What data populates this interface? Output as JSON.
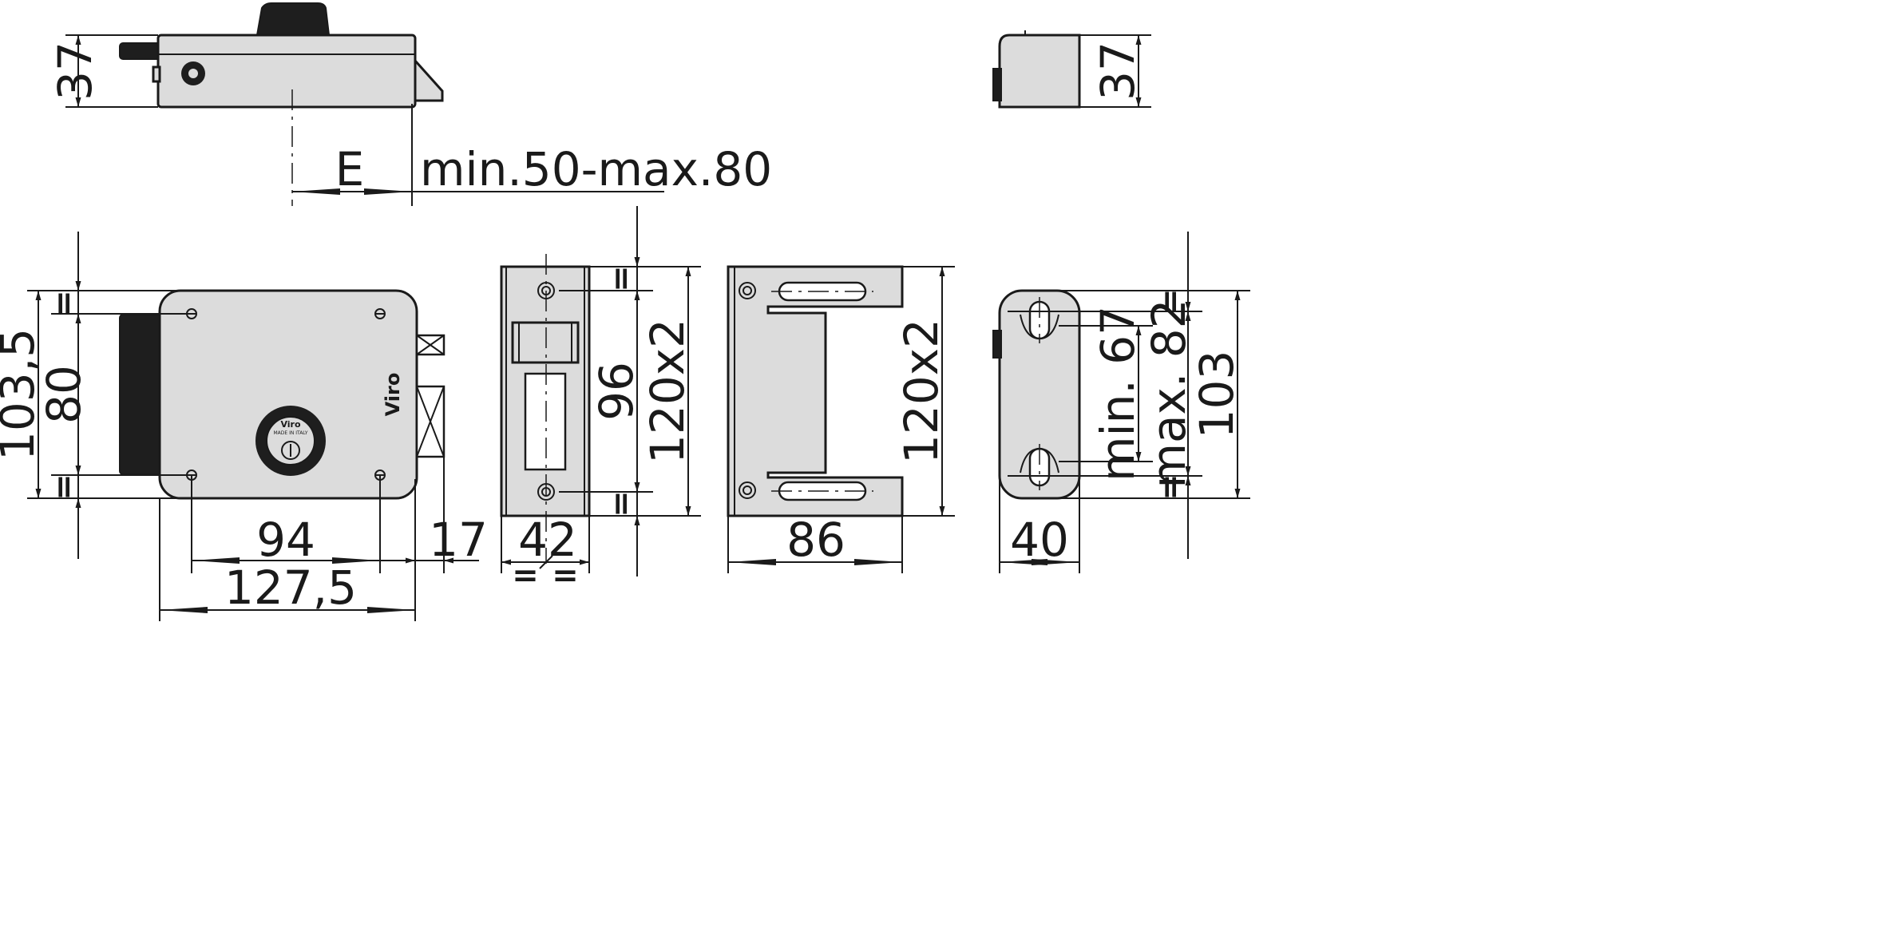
{
  "drawing": {
    "top_view": {
      "dim_height": "37",
      "dim_backset": "E",
      "backset_range": "min.50-max.80"
    },
    "side_view_top": {
      "dim_height": "37"
    },
    "front_view": {
      "dim_total_height": "103,5",
      "dim_hole_spacing_v": "80",
      "dim_hole_spacing_h": "94",
      "dim_total_width": "127,5",
      "dim_bolt_projection": "17",
      "equal_mark_top": "=",
      "equal_mark_bottom": "=",
      "brand_vertical": "Viro",
      "cylinder_brand": "Viro",
      "cylinder_made_in": "MADE IN ITALY"
    },
    "keeper_plate": {
      "dim_hole_spacing": "96",
      "dim_height": "120x2",
      "dim_width": "42",
      "equal_mark_top": "=",
      "equal_mark_bottom": "=",
      "equal_mark_left": "=",
      "equal_mark_right": "="
    },
    "bracket": {
      "dim_height": "120x2",
      "dim_width": "86"
    },
    "side_view": {
      "dim_slot_min": "min. 67",
      "dim_slot_max": "max. 82",
      "dim_height": "103",
      "dim_width": "40",
      "equal_mark_top": "=",
      "equal_mark_bottom": "="
    }
  }
}
